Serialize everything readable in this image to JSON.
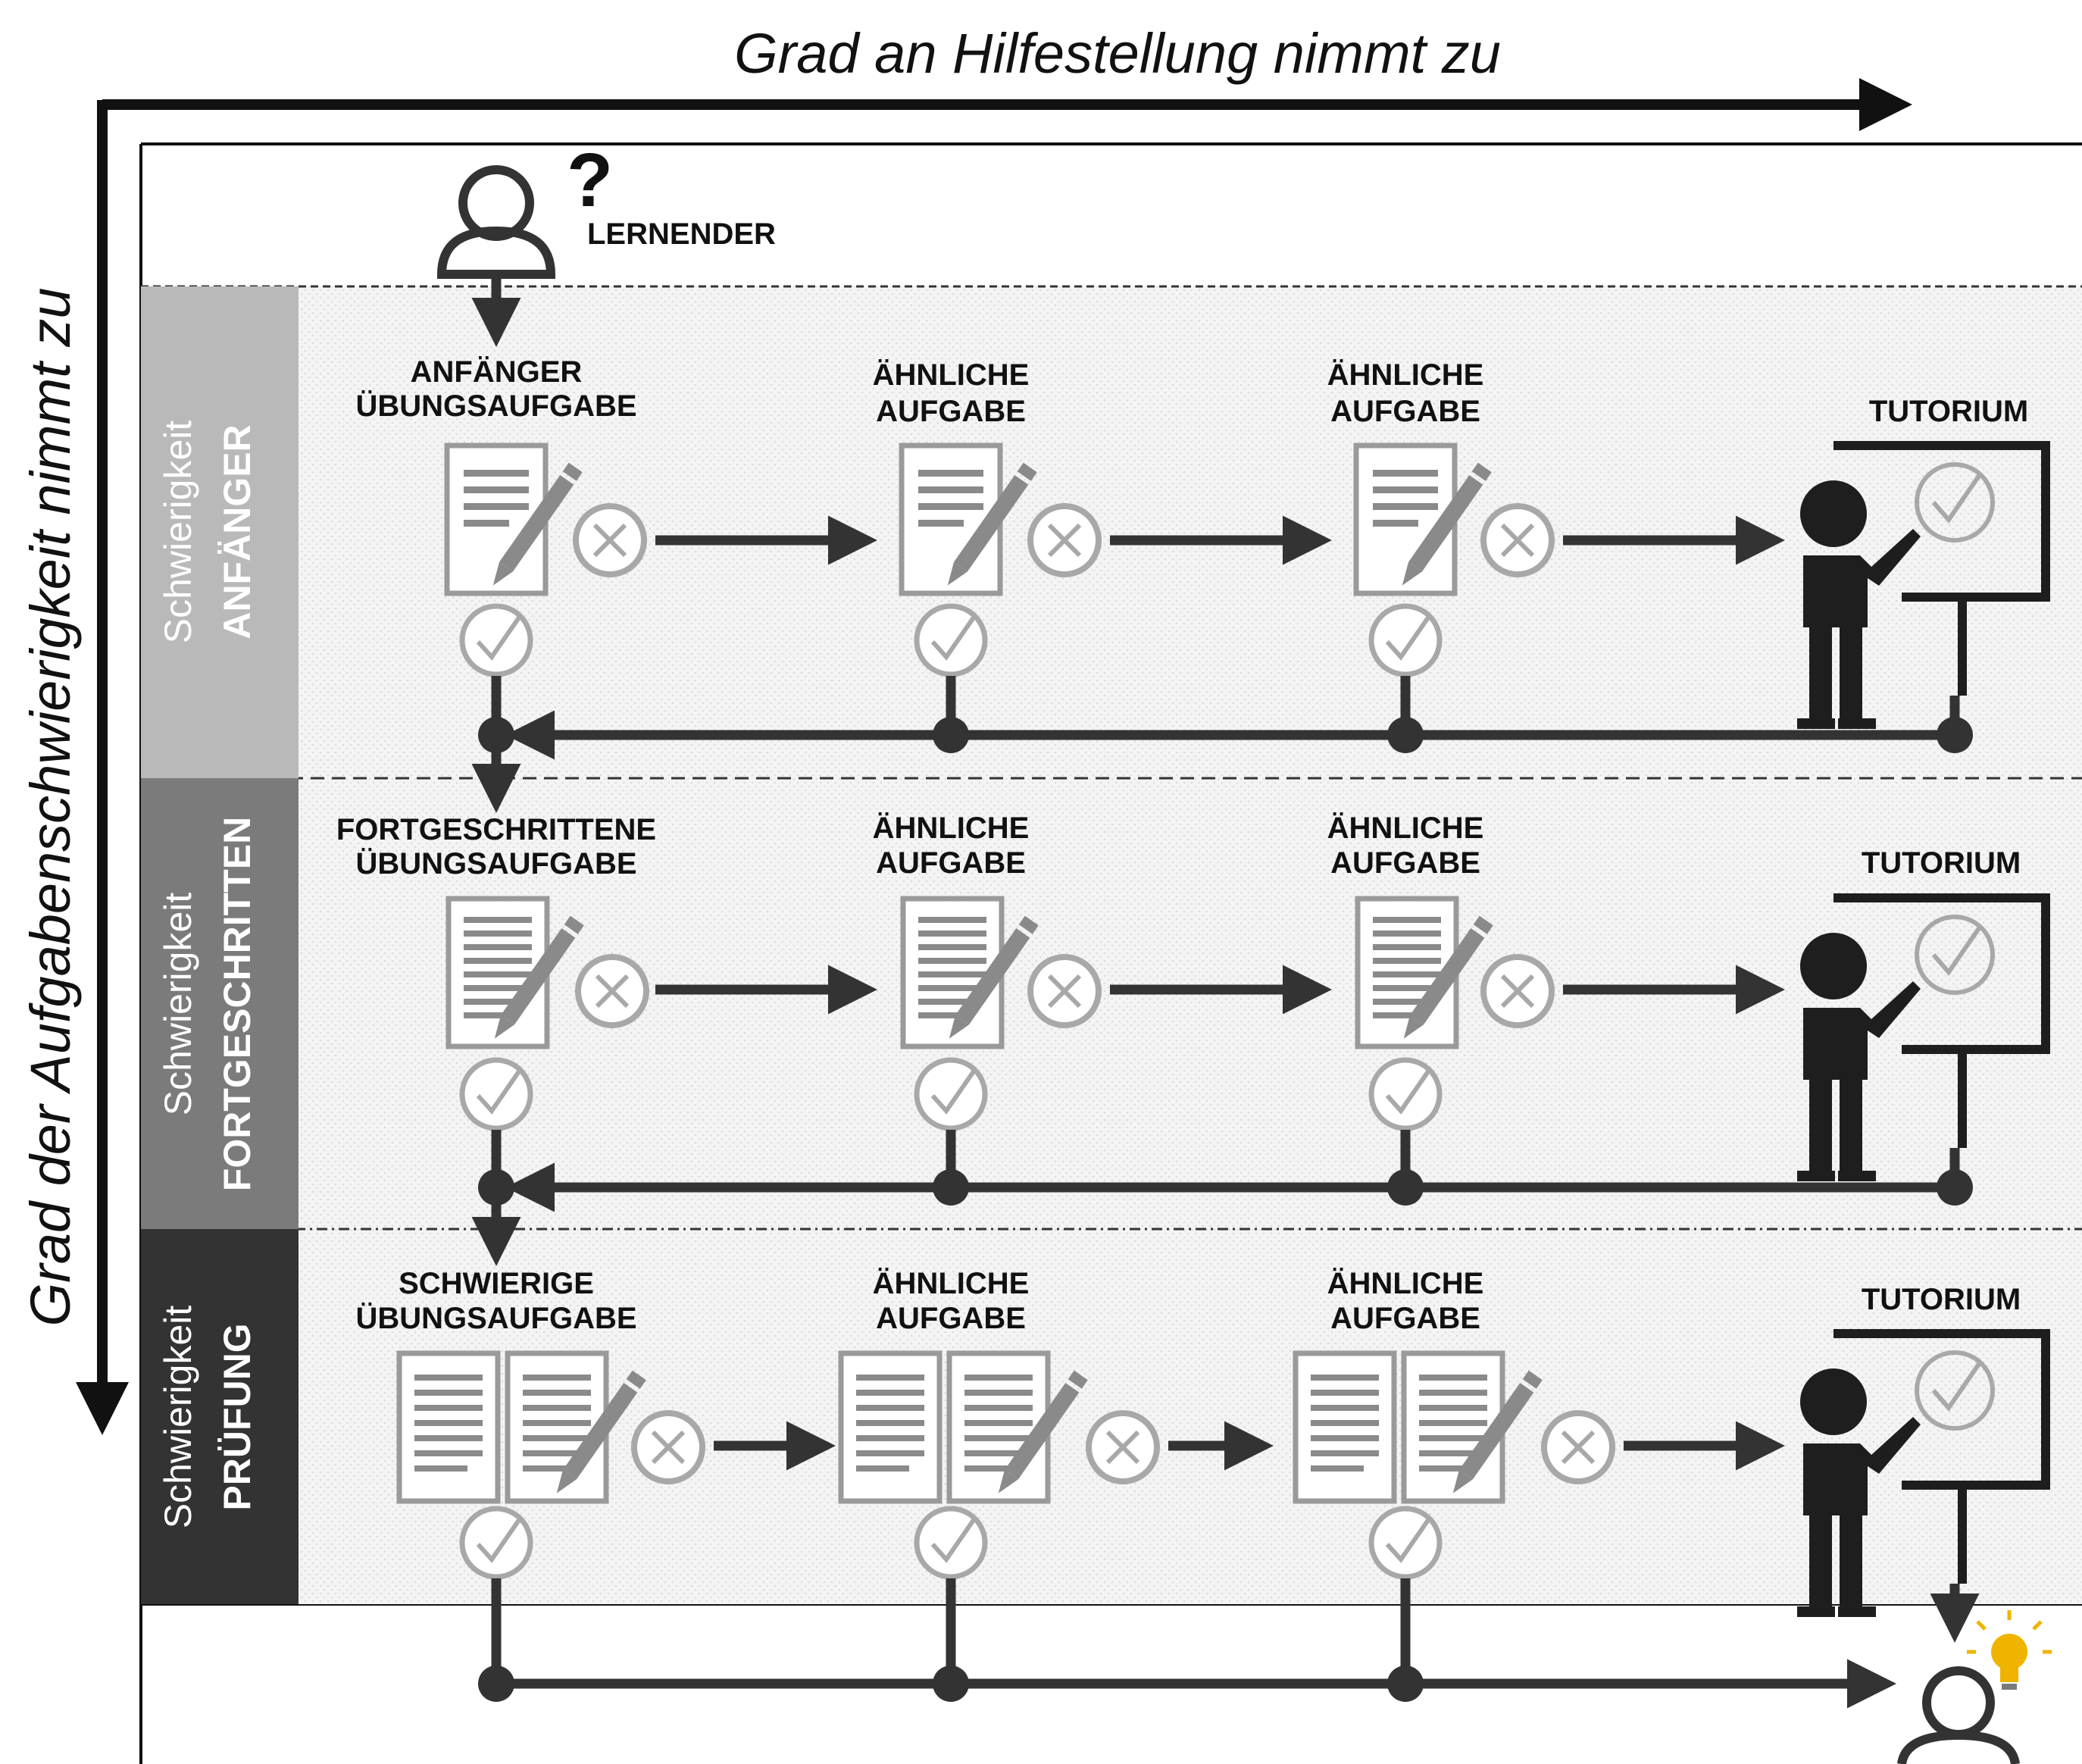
{
  "axes": {
    "horizontal_label": "Grad an Hilfestellung nimmt zu",
    "vertical_label": "Grad der Aufgabenschwierigkeit nimmt zu"
  },
  "learner": {
    "label": "LERNENDER",
    "question_mark": "?"
  },
  "lanes": [
    {
      "title": "Schwierigkeit",
      "level": "ANFÄNGER",
      "color": "#b9b9b9",
      "first_task": [
        "ANFÄNGER",
        "ÜBUNGSAUFGABE"
      ],
      "similar_tasks": [
        [
          "ÄHNLICHE",
          "AUFGABE"
        ],
        [
          "ÄHNLICHE",
          "AUFGABE"
        ]
      ],
      "tutorium": "TUTORIUM"
    },
    {
      "title": "Schwierigkeit",
      "level": "FORTGESCHRITTEN",
      "color": "#7b7b7b",
      "first_task": [
        "FORTGESCHRITTENE",
        "ÜBUNGSAUFGABE"
      ],
      "similar_tasks": [
        [
          "ÄHNLICHE",
          "AUFGABE"
        ],
        [
          "ÄHNLICHE",
          "AUFGABE"
        ]
      ],
      "tutorium": "TUTORIUM"
    },
    {
      "title": "Schwierigkeit",
      "level": "PRÜFUNG",
      "color": "#333333",
      "first_task": [
        "SCHWIERIGE",
        "ÜBUNGSAUFGABE"
      ],
      "similar_tasks": [
        [
          "ÄHNLICHE",
          "AUFGABE"
        ],
        [
          "ÄHNLICHE",
          "AUFGABE"
        ]
      ],
      "tutorium": "TUTORIUM"
    }
  ],
  "icons": {
    "learner": "person-icon",
    "task": "document-pencil-icon",
    "exam_task": "double-document-pencil-icon",
    "wrong": "cross-circle-icon",
    "correct": "check-circle-icon",
    "tutor": "presenter-board-icon",
    "insight": "lightbulb-icon"
  },
  "colors": {
    "line": "#333333",
    "icon_grey": "#a8a8a8",
    "bulb": "#f0b400"
  }
}
